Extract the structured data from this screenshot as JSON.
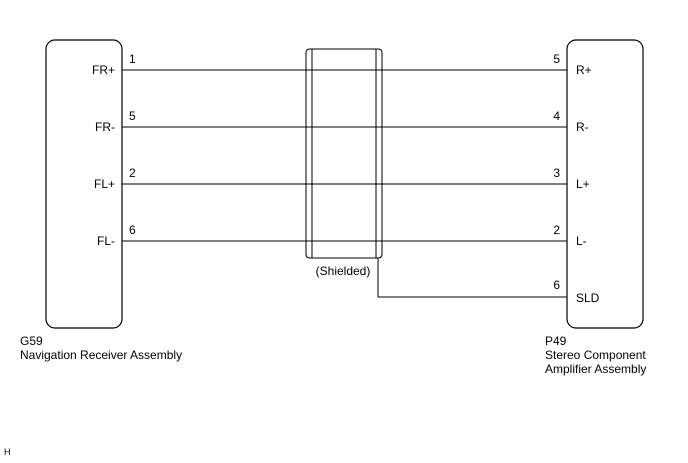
{
  "left_connector": {
    "code": "G59",
    "name": "Navigation Receiver Assembly",
    "pins": [
      "FR+",
      "FR-",
      "FL+",
      "FL-"
    ]
  },
  "right_connector": {
    "code": "P49",
    "name_lines": [
      "Stereo Component",
      "Amplifier Assembly"
    ],
    "pins": [
      "R+",
      "R-",
      "L+",
      "L-",
      "SLD"
    ]
  },
  "wires": [
    {
      "from_pin": "FR+",
      "left_num": "1",
      "to_pin": "R+",
      "right_num": "5"
    },
    {
      "from_pin": "FR-",
      "left_num": "5",
      "to_pin": "R-",
      "right_num": "4"
    },
    {
      "from_pin": "FL+",
      "left_num": "2",
      "to_pin": "L+",
      "right_num": "3"
    },
    {
      "from_pin": "FL-",
      "left_num": "6",
      "to_pin": "L-",
      "right_num": "2"
    }
  ],
  "shield": {
    "label": "(Shielded)",
    "to_pin": "SLD",
    "right_num": "6"
  },
  "corner_mark": "H"
}
